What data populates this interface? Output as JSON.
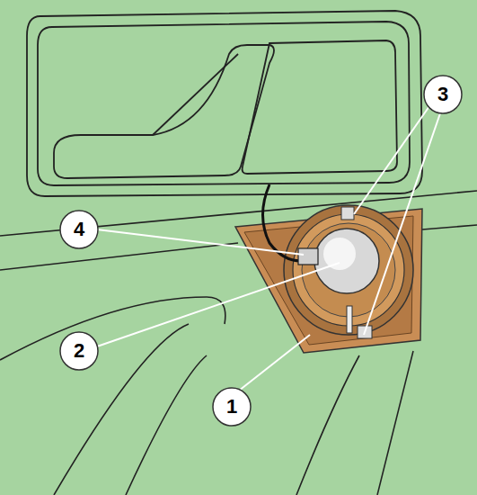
{
  "diagram": {
    "labels": [
      "3",
      "4",
      "2",
      "1"
    ]
  }
}
